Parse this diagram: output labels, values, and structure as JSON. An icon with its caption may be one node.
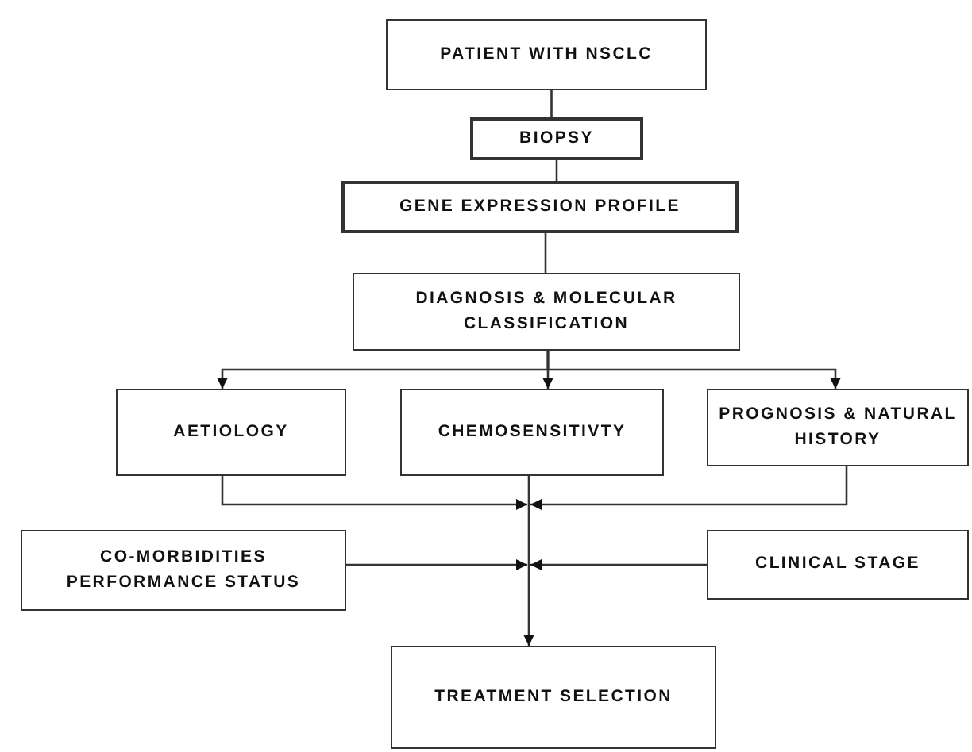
{
  "diagram": {
    "nodes": [
      {
        "text": [
          "PATIENT WITH NSCLC"
        ]
      },
      {
        "text": [
          "BIOPSY"
        ]
      },
      {
        "text": [
          "GENE EXPRESSION PROFILE"
        ]
      },
      {
        "text": [
          "DIAGNOSIS & MOLECULAR CLASSIFICATION"
        ]
      },
      {
        "text": [
          "AETIOLOGY"
        ]
      },
      {
        "text": [
          "CHEMOSENSITIVTY"
        ]
      },
      {
        "text": [
          "PROGNOSIS & NATURAL HISTORY"
        ]
      },
      {
        "text": [
          "CO-MORBIDITIES PERFORMANCE STATUS"
        ]
      },
      {
        "text": [
          "CLINICAL STAGE"
        ]
      },
      {
        "text": [
          "TREATMENT SELECTION"
        ]
      }
    ],
    "edges": [
      {
        "from": 0,
        "to": 1,
        "arrow": "none"
      },
      {
        "from": 1,
        "to": 2,
        "arrow": "none"
      },
      {
        "from": 2,
        "to": 3,
        "arrow": "none"
      },
      {
        "from": 3,
        "to": 4,
        "arrow": "to"
      },
      {
        "from": 3,
        "to": 5,
        "arrow": "to"
      },
      {
        "from": 3,
        "to": 6,
        "arrow": "to"
      },
      {
        "from": 4,
        "to": 9,
        "arrow": "to"
      },
      {
        "from": 5,
        "to": 9,
        "arrow": "to"
      },
      {
        "from": 6,
        "to": 9,
        "arrow": "to"
      },
      {
        "from": 7,
        "to": 9,
        "arrow": "to"
      },
      {
        "from": 8,
        "to": 9,
        "arrow": "to"
      }
    ]
  }
}
